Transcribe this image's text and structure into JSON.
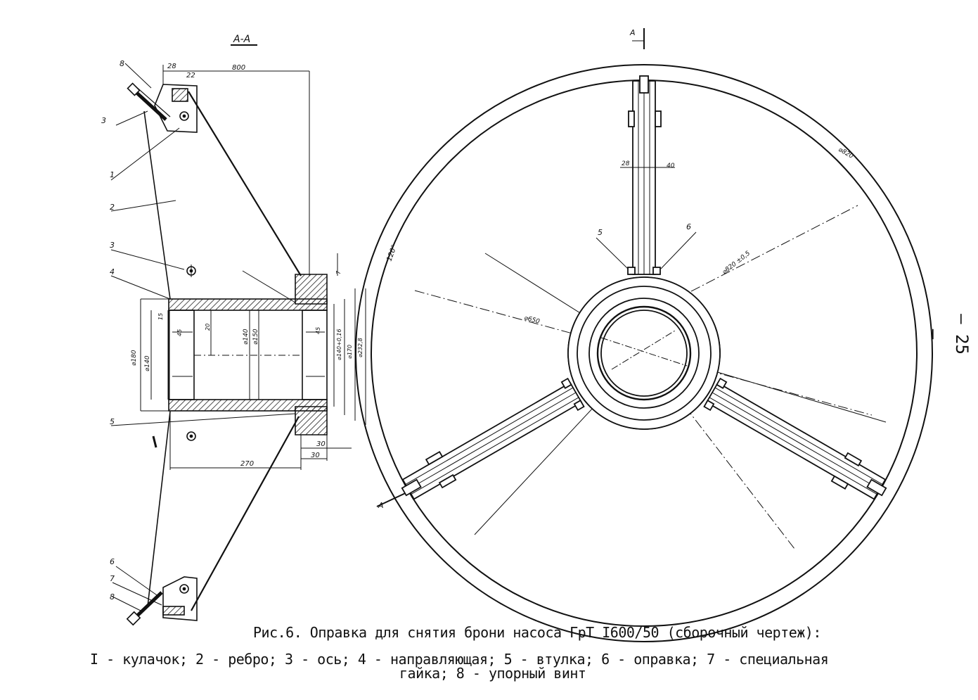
{
  "page_number": "– 25 –",
  "caption": {
    "title": "Рис.6. Оправка для снятия брони насоса ГрТ I600/50 (сборочный чертеж):",
    "legend_line1": "I - кулачок; 2 - ребро; 3 - ось; 4 - направляющая; 5 - втулка; 6 - оправка; 7 - специальная",
    "legend_line2": "гайка; 8 - упорный винт"
  },
  "section_view": {
    "section_label": "А-А",
    "dims": {
      "top_28": "28",
      "top_22": "22",
      "top_800": "800",
      "bottom_270": "270",
      "bottom_30a": "30",
      "bottom_30b": "30",
      "d180": "⌀180",
      "d140a": "⌀140",
      "d140b": "⌀140",
      "d150": "⌀150",
      "d140_tol": "⌀140+0,16",
      "d170": "⌀170",
      "d232": "⌀232,8",
      "v15": "15",
      "v45a": "45",
      "v45b": "45",
      "v20": "20",
      "v7": "7"
    },
    "callouts": [
      "8",
      "3",
      "1",
      "2",
      "3",
      "4",
      "5",
      "6",
      "7",
      "8"
    ]
  },
  "front_view": {
    "section_mark": "А",
    "dims": {
      "d650": "⌀650",
      "d820": "⌀820",
      "d820_tol": "⌀820 ±0,5",
      "a120": "120°",
      "w28": "28",
      "w40": "40"
    },
    "callouts": [
      "5",
      "6"
    ]
  }
}
